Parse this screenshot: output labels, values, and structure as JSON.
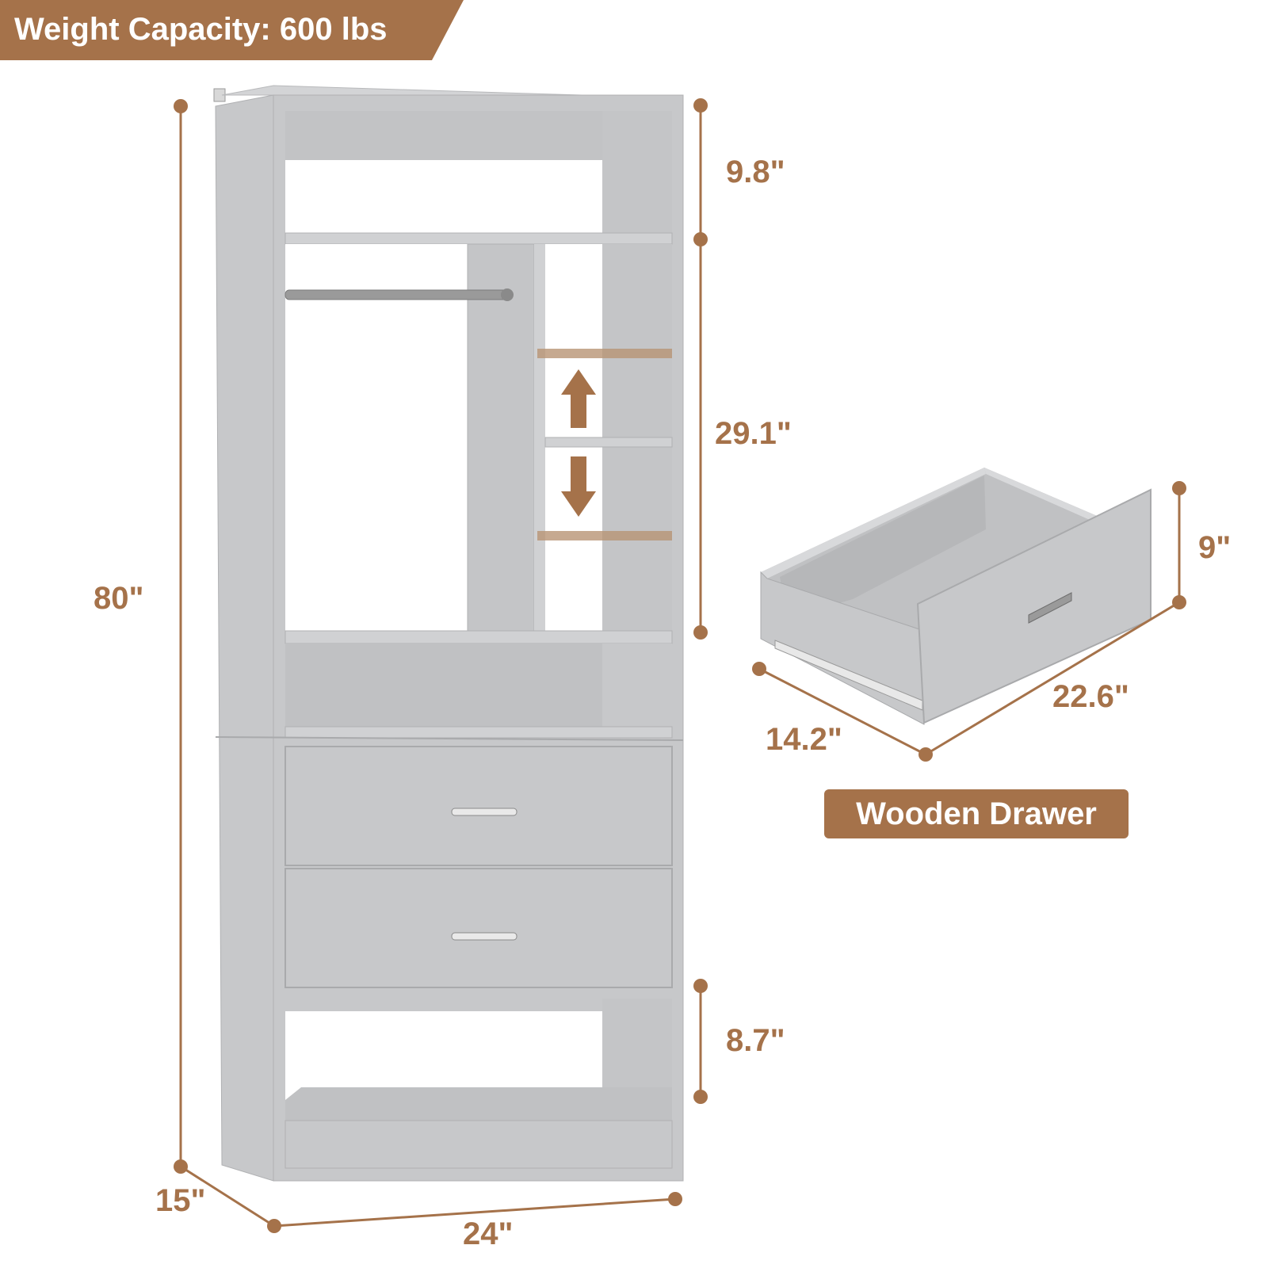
{
  "banner": {
    "text": "Weight Capacity: 600 lbs"
  },
  "colors": {
    "accent": "#a5724a",
    "cabinet": "#c7c8ca",
    "cabinet_dark": "#b0b1b3",
    "cabinet_light": "#d3d4d6",
    "rod": "#9a9a9a"
  },
  "dimensions": {
    "total_height": "80\"",
    "top_section": "9.8\"",
    "middle_section": "29.1\"",
    "bottom_opening": "8.7\"",
    "depth": "15\"",
    "width": "24\""
  },
  "drawer": {
    "height": "9\"",
    "depth": "14.2\"",
    "width": "22.6\"",
    "label": "Wooden Drawer"
  }
}
